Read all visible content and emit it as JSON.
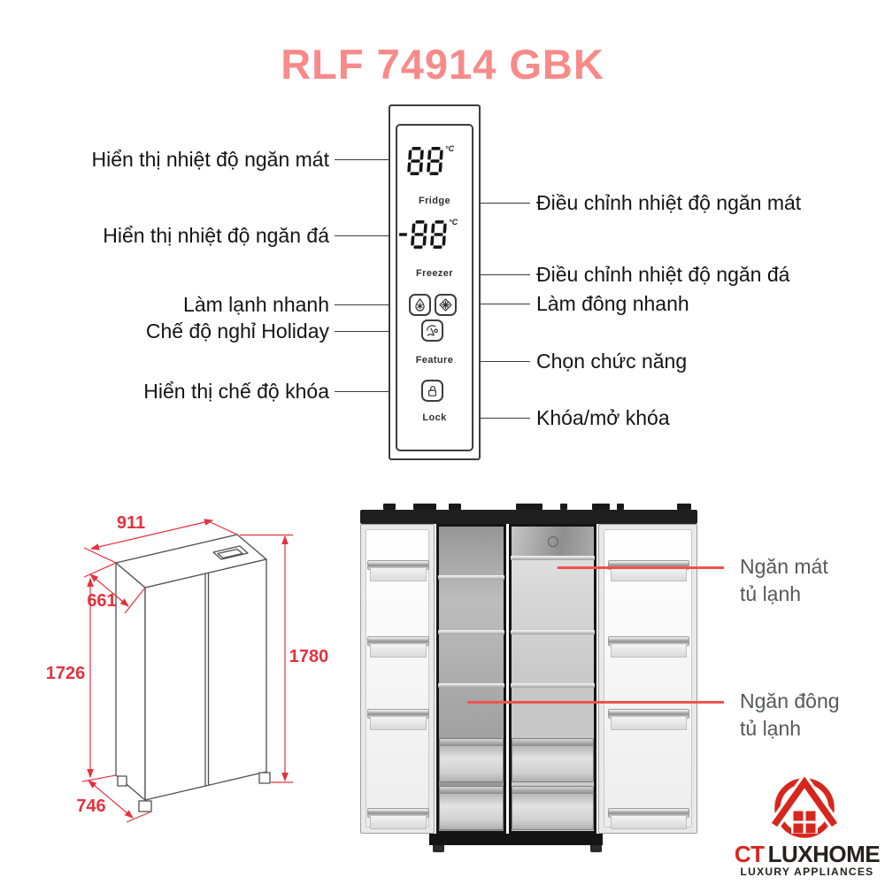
{
  "title": "RLF 74914 GBK",
  "panel": {
    "fridge_display": "88",
    "freezer_display": "-88",
    "unit": "°C",
    "fridge_label": "Fridge",
    "freezer_label": "Freezer",
    "feature_label": "Feature",
    "lock_label": "Lock",
    "icons": [
      "quick-cool-icon",
      "quick-freeze-icon",
      "holiday-icon",
      "lock-icon"
    ]
  },
  "callouts_left": [
    {
      "label": "Hiển thị nhiệt độ ngăn mát"
    },
    {
      "label": "Hiển thị nhiệt độ ngăn đá"
    },
    {
      "label": "Làm lạnh nhanh"
    },
    {
      "label": "Chế độ nghỉ Holiday"
    },
    {
      "label": "Hiển thị chế độ khóa"
    }
  ],
  "callouts_right": [
    {
      "label": "Điều chỉnh nhiệt độ ngăn mát"
    },
    {
      "label": "Điều chỉnh nhiệt độ ngăn đá"
    },
    {
      "label": "Làm đông nhanh"
    },
    {
      "label": "Chọn chức năng"
    },
    {
      "label": "Khóa/mở khóa"
    }
  ],
  "dimensions": {
    "top_width": "911",
    "top_depth": "661",
    "left_height": "1726",
    "right_height": "1780",
    "bottom_depth": "746"
  },
  "compartments": [
    {
      "line1": "Ngăn mát",
      "line2": "tủ lạnh"
    },
    {
      "line1": "Ngăn đông",
      "line2": "tủ lạnh"
    }
  ],
  "logo": {
    "brand_red": "CT",
    "brand_dark": "LUXHOME",
    "tagline": "LUXURY APPLIANCES"
  },
  "colors": {
    "accent_salmon": "#f98a8a",
    "dimension_red": "#e5323e",
    "callout_red": "#ee5350",
    "label_gray": "#57585a",
    "logo_red": "#d7261d",
    "logo_dark": "#26201f"
  }
}
